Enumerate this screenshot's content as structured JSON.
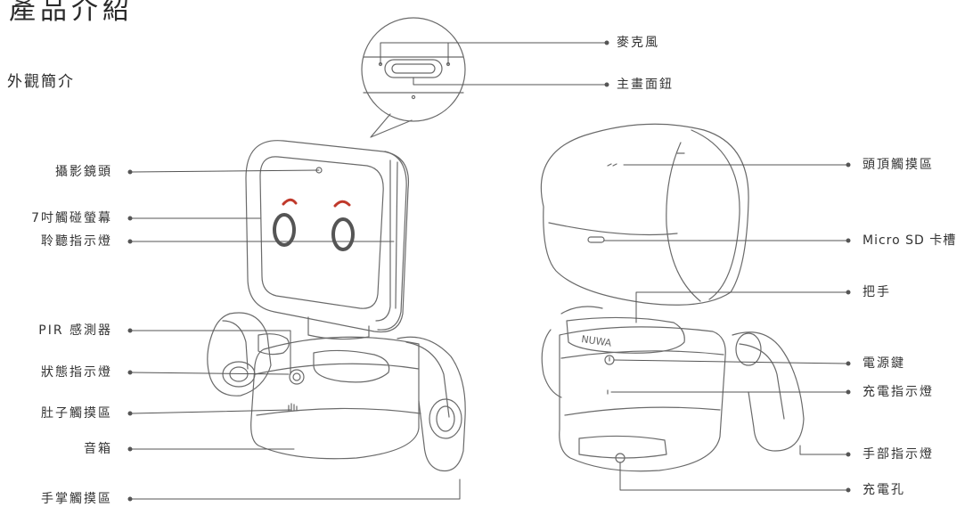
{
  "page_title": "產品介紹",
  "section_title": "外觀簡介",
  "front_labels": [
    {
      "id": "camera",
      "text": "攝影鏡頭"
    },
    {
      "id": "touchscreen",
      "text": "7吋觸碰螢幕"
    },
    {
      "id": "listen-indicator",
      "text": "聆聽指示燈"
    },
    {
      "id": "pir-sensor",
      "text": "PIR 感測器"
    },
    {
      "id": "status-indicator",
      "text": "狀態指示燈"
    },
    {
      "id": "belly-touch",
      "text": "肚子觸摸區"
    },
    {
      "id": "speaker",
      "text": "音箱"
    },
    {
      "id": "palm-touch",
      "text": "手掌觸摸區"
    }
  ],
  "detail_labels": [
    {
      "id": "microphone",
      "text": "麥克風"
    },
    {
      "id": "home-button",
      "text": "主畫面鈕"
    }
  ],
  "back_labels": [
    {
      "id": "head-top-touch",
      "text": "頭頂觸摸區"
    },
    {
      "id": "micro-sd-slot",
      "text": "Micro SD 卡槽"
    },
    {
      "id": "handle",
      "text": "把手"
    },
    {
      "id": "power-button",
      "text": "電源鍵"
    },
    {
      "id": "charge-indicator",
      "text": "充電指示燈"
    },
    {
      "id": "hand-indicator",
      "text": "手部指示燈"
    },
    {
      "id": "charging-port",
      "text": "充電孔"
    }
  ],
  "brand_logo": "NUWA",
  "colors": {
    "line": "#555555",
    "text": "#333333",
    "stroke": "#6a6a6a"
  }
}
